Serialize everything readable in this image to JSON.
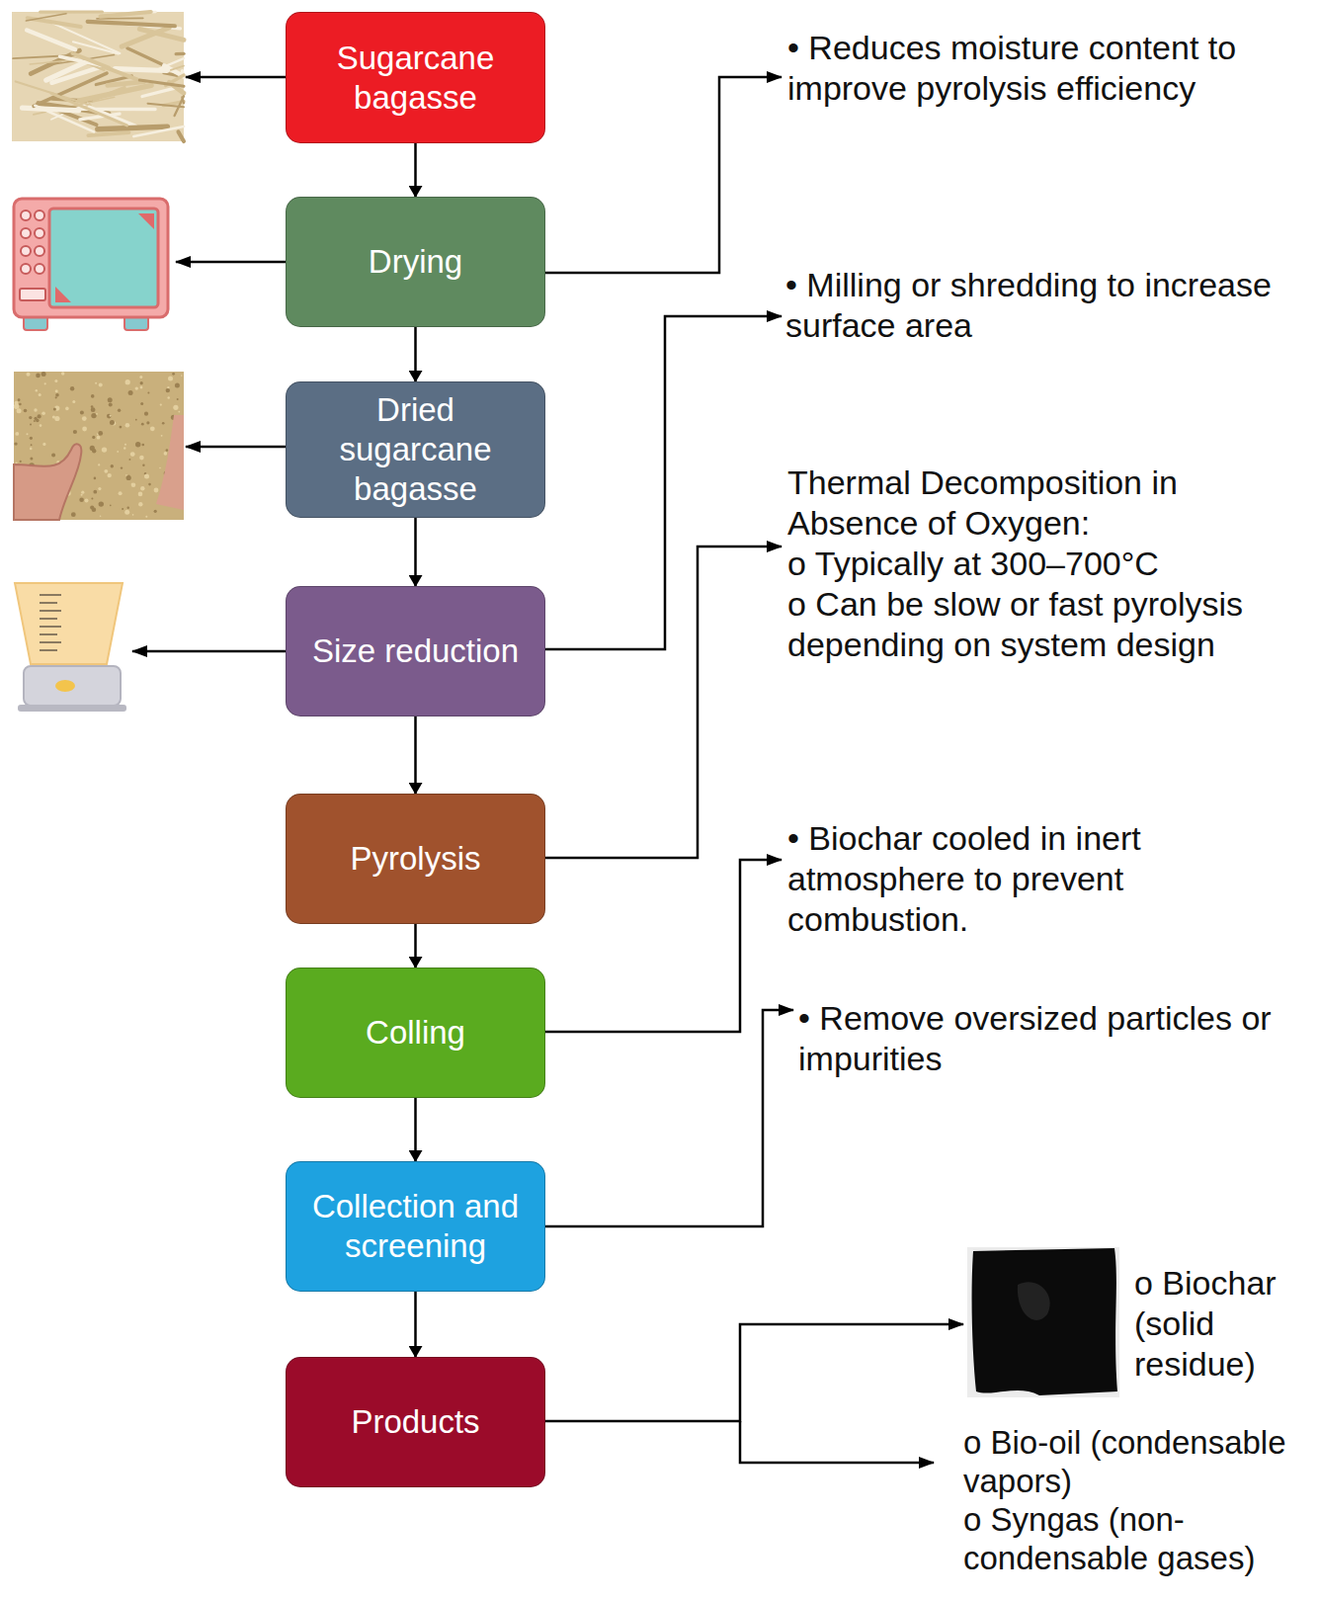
{
  "diagram": {
    "nodes": [
      {
        "text": [
          "Sugarcane bagasse"
        ]
      },
      {
        "text": [
          "Drying"
        ]
      },
      {
        "text": [
          "Dried sugarcane bagasse"
        ]
      },
      {
        "text": [
          "Size reduction"
        ]
      },
      {
        "text": [
          "Pyrolysis"
        ]
      },
      {
        "text": [
          "Colling"
        ]
      },
      {
        "text": [
          "Collection and screening"
        ]
      },
      {
        "text": [
          "Products"
        ]
      }
    ],
    "edges": [
      {
        "from": 0,
        "to": 1,
        "arrow": "to"
      },
      {
        "from": 1,
        "to": 2,
        "arrow": "to"
      },
      {
        "from": 2,
        "to": 3,
        "arrow": "to"
      },
      {
        "from": 3,
        "to": 4,
        "arrow": "to"
      },
      {
        "from": 4,
        "to": 5,
        "arrow": "to"
      },
      {
        "from": 5,
        "to": 6,
        "arrow": "to"
      },
      {
        "from": 6,
        "to": 7,
        "arrow": "to"
      }
    ],
    "labels": [
      "• Reduces moisture content to improve pyrolysis efficiency",
      "• Milling or shredding to increase surface area",
      "Thermal Decomposition in Absence of Oxygen:",
      "o Typically at 300–700°C",
      "o Can be slow or fast pyrolysis depending on system design",
      "• Biochar cooled in inert atmosphere to prevent combustion.",
      "• Remove oversized particles or impurities",
      "o Biochar (solid residue)",
      "o Bio-oil (condensable vapors)",
      "o Syngas (non-condensable gases)"
    ]
  }
}
